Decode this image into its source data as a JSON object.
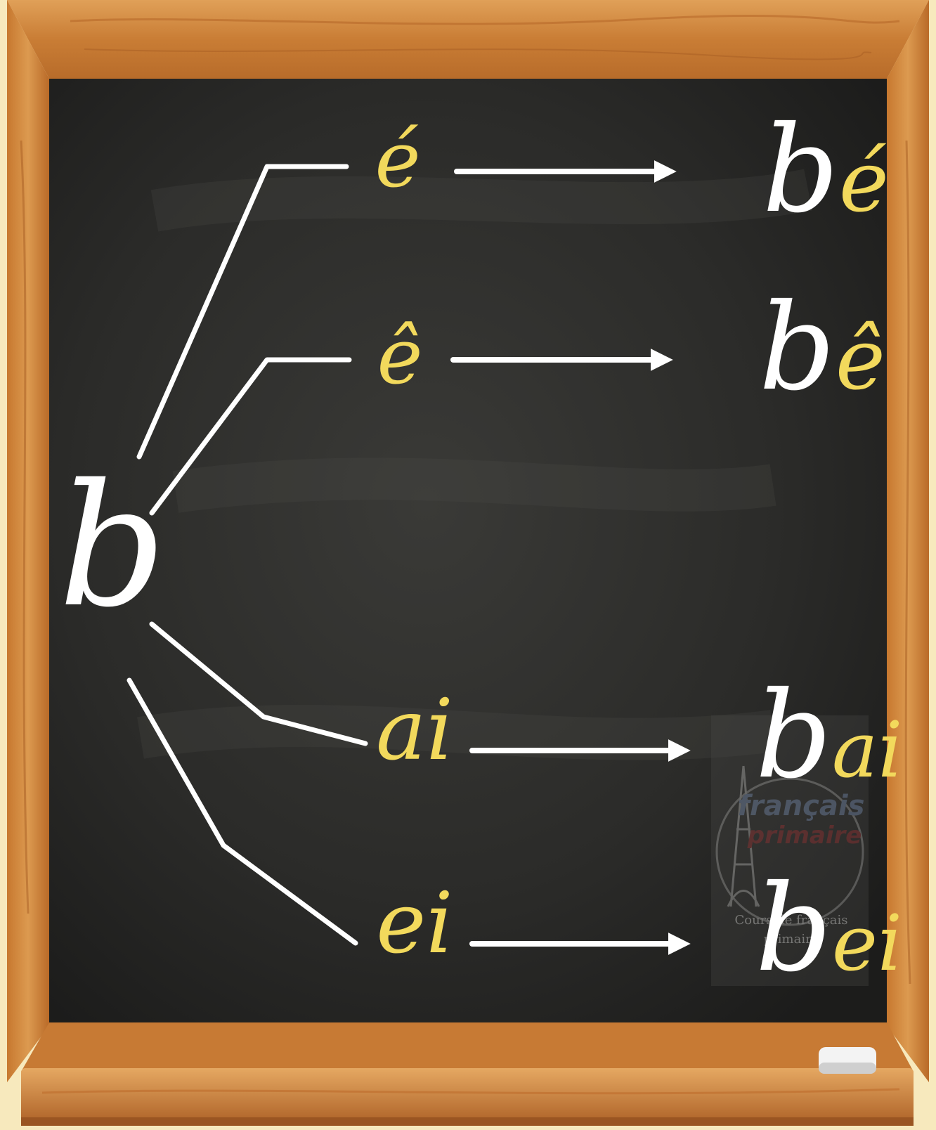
{
  "diagram": {
    "root": {
      "consonant": "b"
    },
    "branches": [
      {
        "id": "e-acute",
        "vowel": "é",
        "result_consonant": "b",
        "result_vowel": "é"
      },
      {
        "id": "e-circumflex",
        "vowel": "ê",
        "result_consonant": "b",
        "result_vowel": "ê"
      },
      {
        "id": "ai",
        "vowel": "ai",
        "result_consonant": "b",
        "result_vowel": "ai"
      },
      {
        "id": "ei",
        "vowel": "ei",
        "result_consonant": "b",
        "result_vowel": "ei"
      }
    ]
  },
  "watermark": {
    "logo_line1": "français",
    "logo_line2": "primaire",
    "caption_line1": "Cours de français",
    "caption_line2": "primaire"
  },
  "colors": {
    "chalk_white": "#ffffff",
    "chalk_yellow": "#f2d95c",
    "board": "#2a2a28",
    "frame_wood": "#d48a3e",
    "background": "#f7e9bd"
  },
  "icons": {
    "frame": "wooden-frame",
    "chalk": "chalk-stick-icon",
    "arrows": "arrow-right-icon",
    "watermark": "eiffel-tower-icon"
  }
}
